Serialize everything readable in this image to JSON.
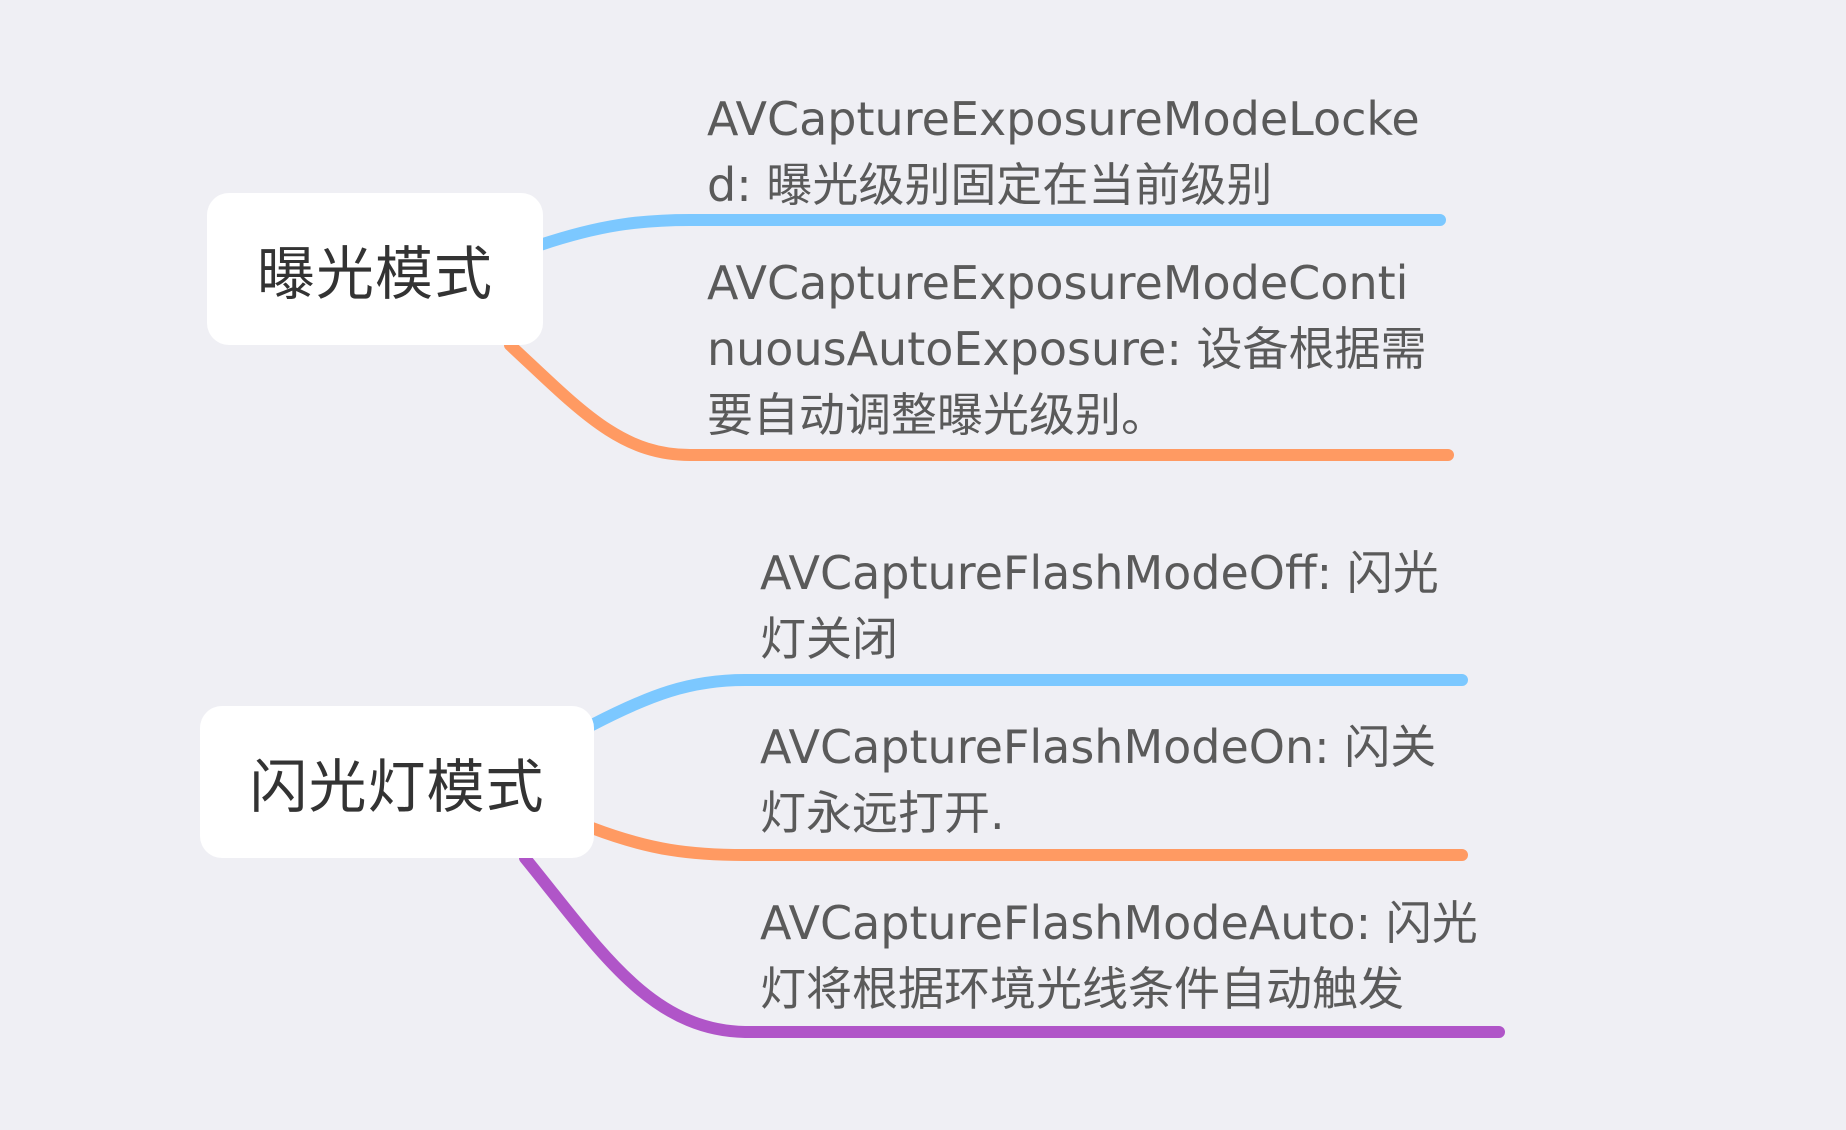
{
  "colors": {
    "background": "#efeff4",
    "blue": "#7cc8ff",
    "orange": "#ff9a62",
    "purple": "#b055c8"
  },
  "groups": [
    {
      "label": "曝光模式",
      "children": [
        {
          "text": "AVCaptureExposureModeLocked: 曝光级别固定在当前级别",
          "color": "blue"
        },
        {
          "text": "AVCaptureExposureModeContinuousAutoExposure: 设备根据需要自动调整曝光级别。",
          "color": "orange"
        }
      ]
    },
    {
      "label": "闪光灯模式",
      "children": [
        {
          "text": "AVCaptureFlashModeOff: 闪光灯关闭",
          "color": "blue"
        },
        {
          "text": "AVCaptureFlashModeOn: 闪关灯永远打开.",
          "color": "orange"
        },
        {
          "text": "AVCaptureFlashModeAuto: 闪光灯将根据环境光线条件自动触发",
          "color": "purple"
        }
      ]
    }
  ]
}
